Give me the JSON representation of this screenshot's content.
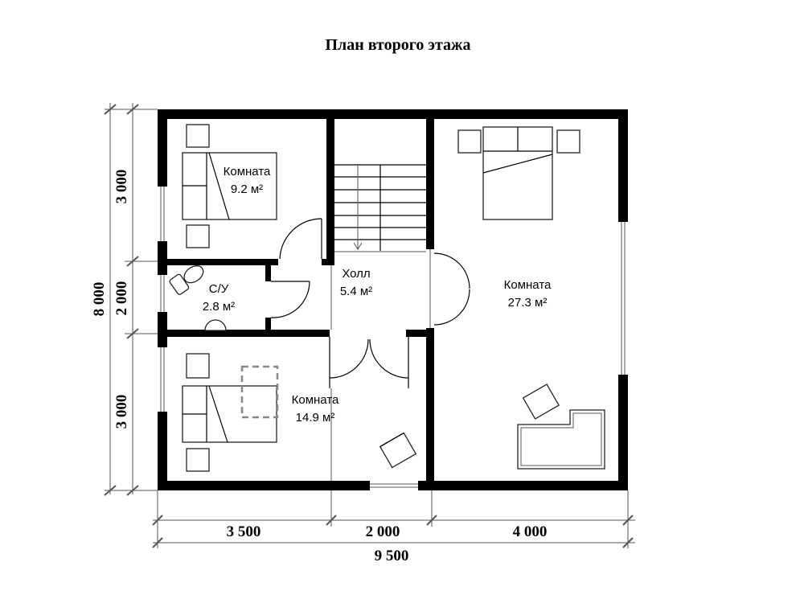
{
  "title": "План второго этажа",
  "rooms": [
    {
      "name": "Комната",
      "area": "9.2 м²"
    },
    {
      "name": "С/У",
      "area": "2.8 м²"
    },
    {
      "name": "Холл",
      "area": "5.4 м²"
    },
    {
      "name": "Комната",
      "area": "27.3 м²"
    },
    {
      "name": "Комната",
      "area": "14.9 м²"
    }
  ],
  "dimensions": {
    "left": [
      "3 000",
      "2 000",
      "3 000"
    ],
    "left_total": "8 000",
    "bottom": [
      "3 500",
      "2 000",
      "4 000"
    ],
    "bottom_total": "9 500"
  }
}
